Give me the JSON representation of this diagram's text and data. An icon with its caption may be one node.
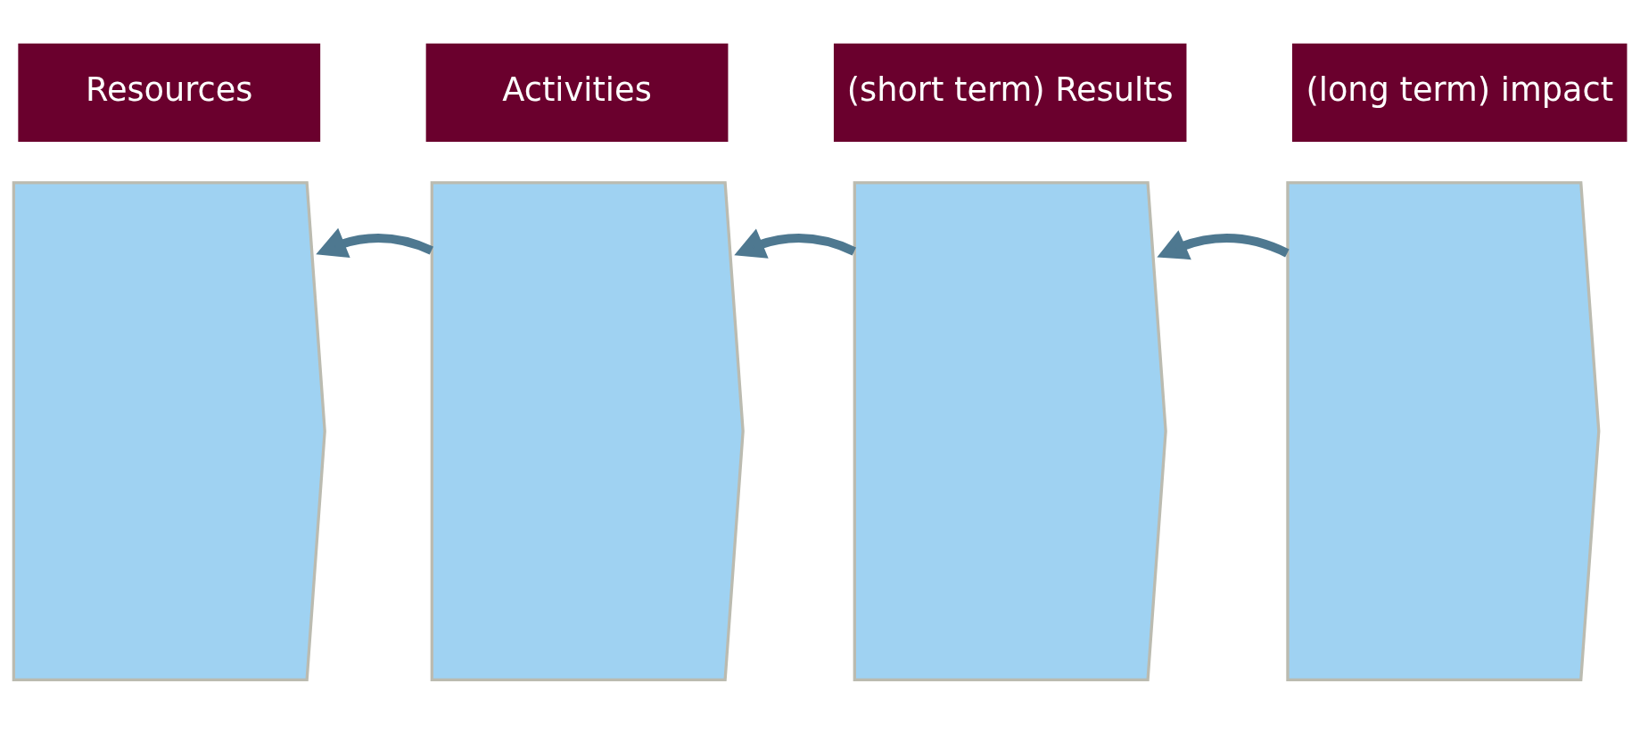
{
  "diagram": {
    "nodes": [
      {
        "text": [
          "Resources"
        ]
      },
      {
        "text": [
          "Activities"
        ]
      },
      {
        "text": [
          "(short term) Results"
        ]
      },
      {
        "text": [
          "(long term) impact"
        ]
      },
      {
        "text": [],
        "shape": "chevron"
      },
      {
        "text": [],
        "shape": "chevron"
      },
      {
        "text": [],
        "shape": "chevron"
      },
      {
        "text": [],
        "shape": "chevron"
      }
    ],
    "edges": [
      {
        "from": 5,
        "to": 4,
        "arrow": "to"
      },
      {
        "from": 6,
        "to": 5,
        "arrow": "to"
      },
      {
        "from": 7,
        "to": 6,
        "arrow": "to"
      }
    ]
  }
}
